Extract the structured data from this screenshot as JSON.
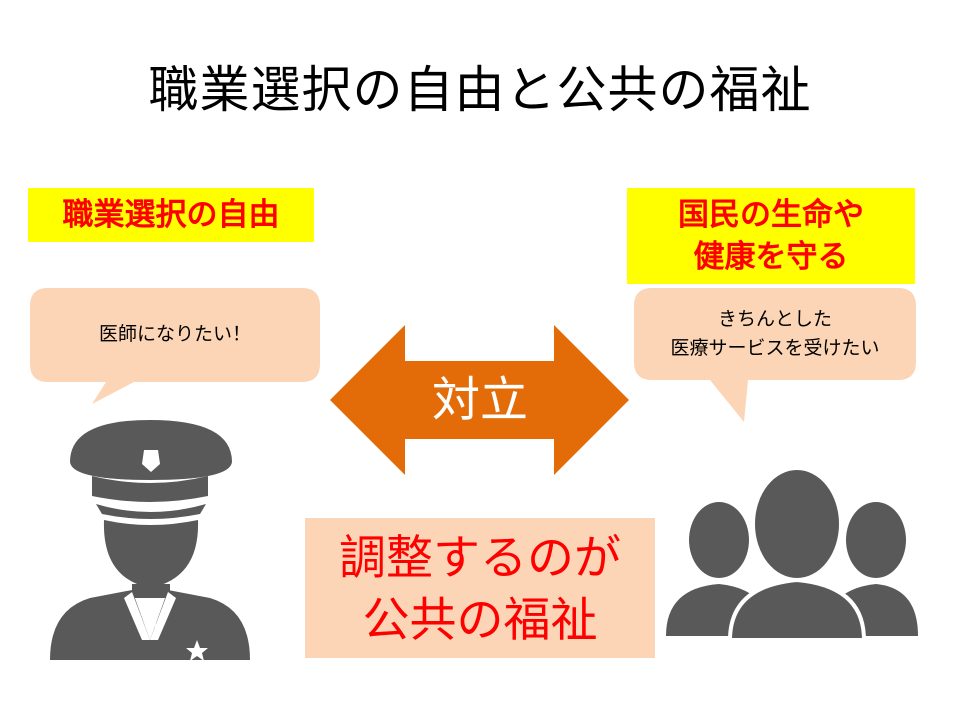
{
  "title": "職業選択の自由と公共の福祉",
  "left": {
    "label": "職業選択の自由",
    "speech": "医師になりたい！",
    "figure": "police-officer-icon"
  },
  "right": {
    "label_lines": [
      "国民の生命や",
      "健康を守る"
    ],
    "speech_lines": [
      "きちんとした",
      "医療サービスを受けたい"
    ],
    "figure": "people-group-icon"
  },
  "center": {
    "arrow_label": "対立",
    "conclusion_lines": [
      "調整するのが",
      "公共の福祉"
    ]
  },
  "colors": {
    "label_bg": "#ffff00",
    "label_text": "#ff0000",
    "bubble": "#fbd5b5",
    "arrow": "#e36c09",
    "figure": "#595959",
    "conclusion_bg": "#fbd5b5",
    "conclusion_text": "#ff0000"
  }
}
